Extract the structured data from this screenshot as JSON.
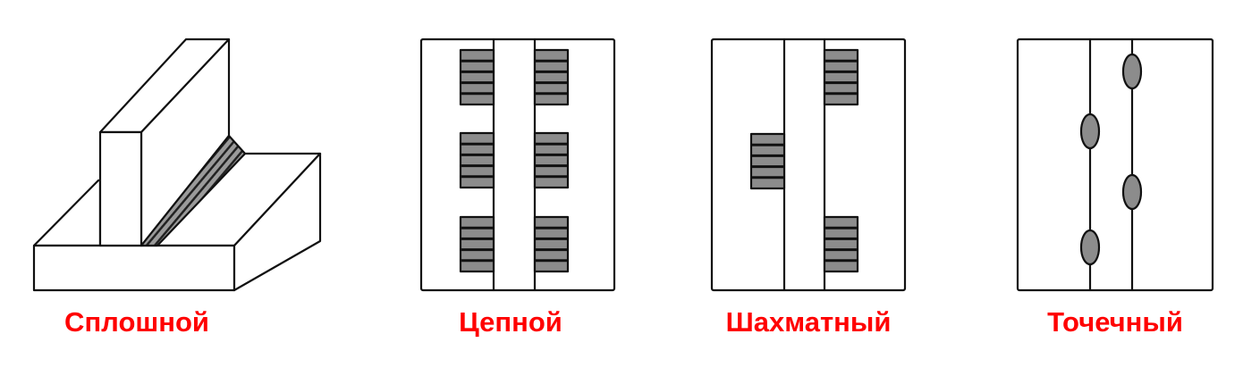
{
  "labels": {
    "continuous": "Сплошной",
    "chain": "Цепной",
    "staggered": "Шахматный",
    "spot": "Точечный"
  },
  "colors": {
    "label": "#ff0000",
    "weld_fill": "#8c8c8c",
    "outline": "#111111"
  }
}
